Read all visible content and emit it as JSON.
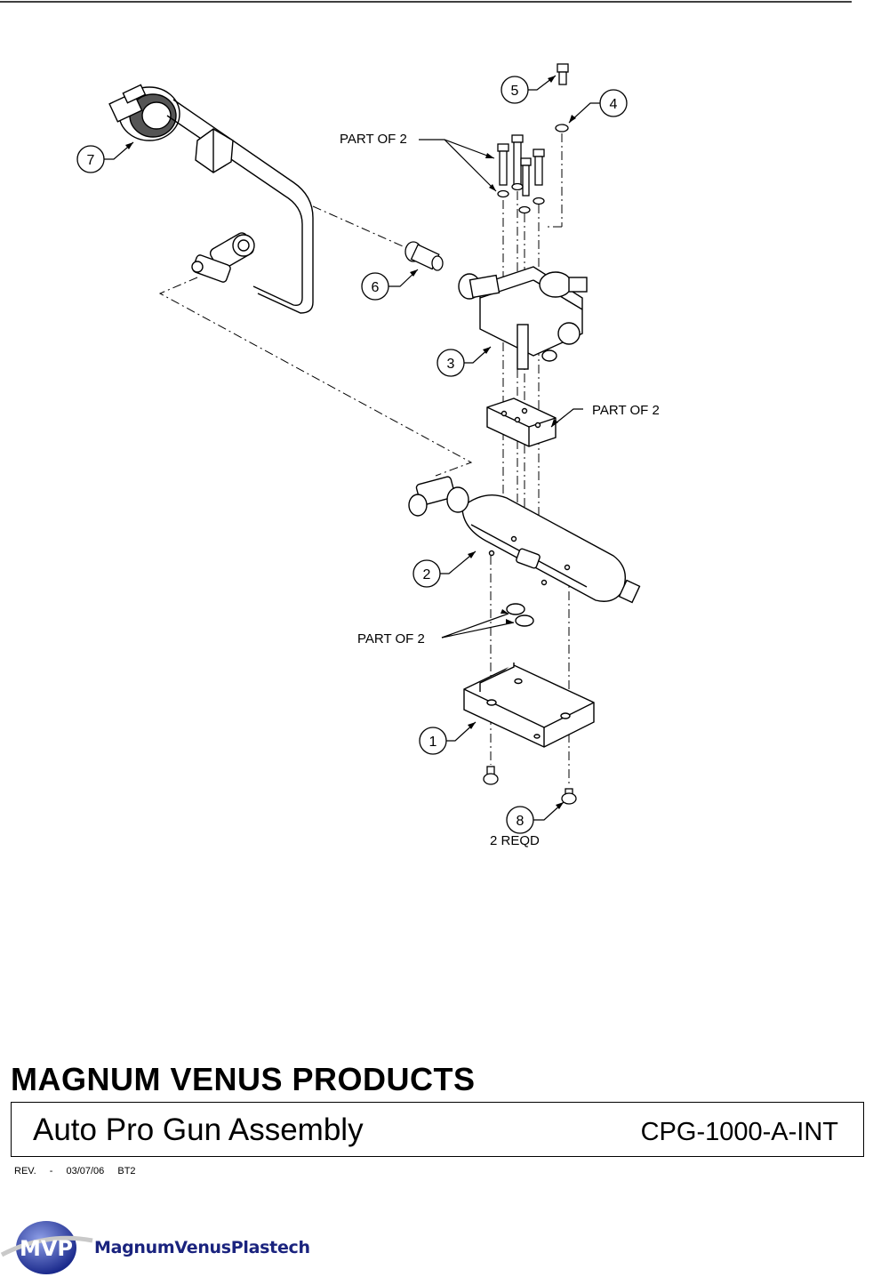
{
  "callouts": {
    "item1": "1",
    "item2": "2",
    "item3": "3",
    "item4": "4",
    "item5": "5",
    "item6": "6",
    "item7": "7",
    "item8": "8"
  },
  "notes": {
    "part_of_2_top": "PART OF 2",
    "part_of_2_middle": "PART OF 2",
    "part_of_2_lower": "PART OF 2",
    "two_reqd": "2 REQD"
  },
  "title_block": {
    "company": "MAGNUM VENUS PRODUCTS",
    "drawing_title": "Auto Pro Gun Assembly",
    "part_number": "CPG-1000-A-INT",
    "rev_label": "REV.",
    "rev_value": "-",
    "rev_date": "03/07/06",
    "rev_initials": "BT2"
  },
  "logo": {
    "badge_text": "MVP",
    "wordmark": "MagnumVenusPlastech",
    "badge_color": "#2b3fa8",
    "wordmark_color": "#1a237e"
  }
}
